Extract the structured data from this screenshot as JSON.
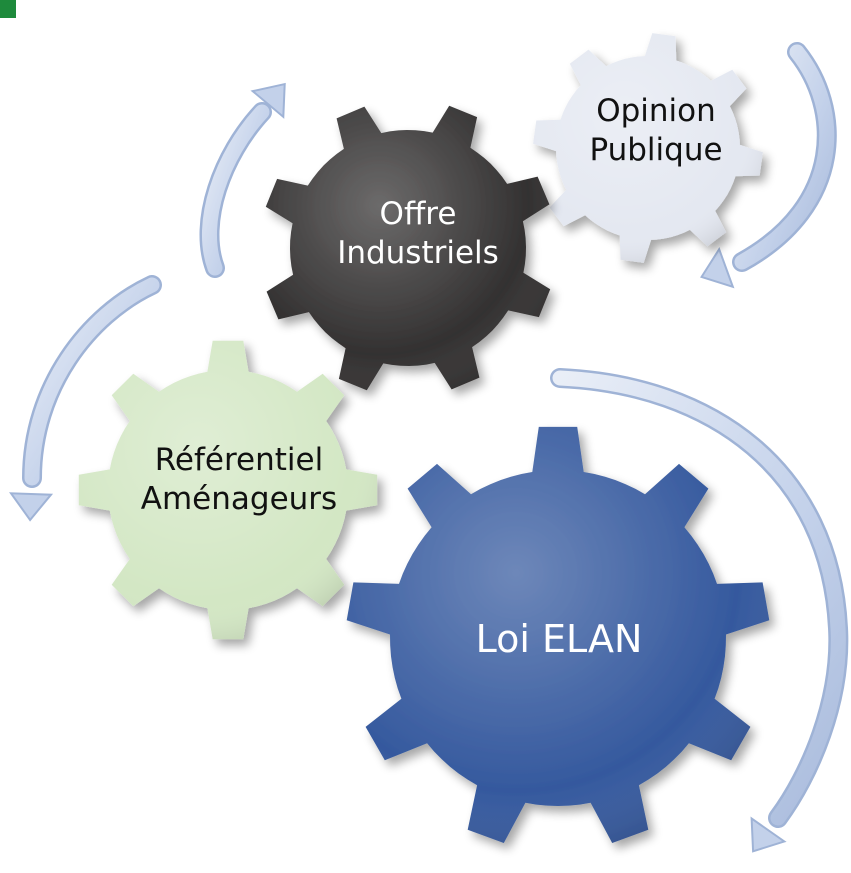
{
  "diagram": {
    "gears": [
      {
        "id": "opinion",
        "lines": [
          "Opinion",
          "Publique"
        ],
        "color": "#e4e8f1",
        "text_color": "#111111"
      },
      {
        "id": "offre",
        "lines": [
          "Offre",
          "Industriels"
        ],
        "color": "#333131",
        "text_color": "#ffffff"
      },
      {
        "id": "referentiel",
        "lines": [
          "Référentiel",
          "Aménageurs"
        ],
        "color": "#d3e7c4",
        "text_color": "#111111"
      },
      {
        "id": "loi",
        "lines": [
          "Loi ELAN"
        ],
        "color": "#35599e",
        "text_color": "#ffffff"
      }
    ],
    "arrow_color": "#c3d1ea",
    "corner_color": "#1e8a3c"
  }
}
